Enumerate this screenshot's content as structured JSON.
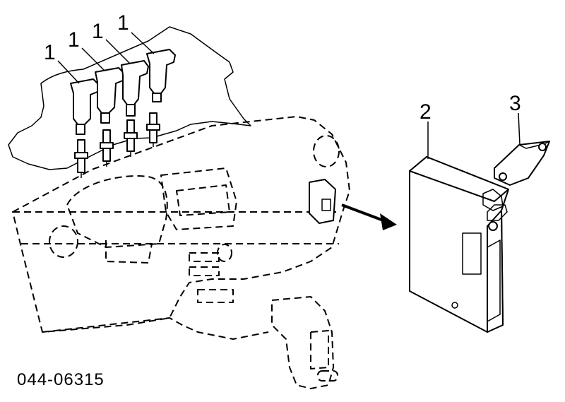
{
  "diagram": {
    "callouts": {
      "ignition_coil_1": "1",
      "ignition_coil_2": "1",
      "ignition_coil_3": "1",
      "ignition_coil_4": "1",
      "ecu": "2",
      "bracket": "3"
    },
    "part_number": "044-06315"
  }
}
